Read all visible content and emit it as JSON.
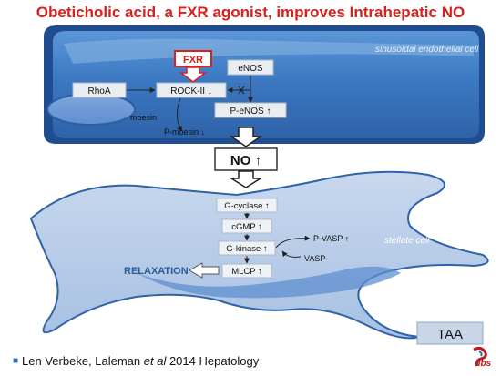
{
  "title_part1": "Obeticholic acid, a FXR agonist, improves Intrahepatic NO",
  "endothelial": {
    "cell_label": "sinusoidal endothelial cell",
    "fxr": "FXR",
    "rhoa": "RhoA",
    "rock": "ROCK-II ↓",
    "enos": "eNOS",
    "penos": "P-eNOS ↑",
    "moesin": "moesin",
    "pmoesin": "P-moesin ↓"
  },
  "no_box": "NO ↑",
  "stellate": {
    "cell_label": "stellate cell",
    "gcyclase": "G-cyclase ↑",
    "cgmp": "cGMP ↑",
    "gkinase": "G-kinase ↑",
    "mlcp": "MLCP ↑",
    "pvasp": "P-VASP ↑",
    "vasp": "VASP",
    "relaxation": "RELAXATION"
  },
  "taa": "TAA",
  "citation": {
    "authors": "Len Verbeke, Laleman ",
    "etal": "et al",
    "rest": " 2014 Hepatology"
  },
  "logo_text": "ilbs",
  "colors": {
    "title_red": "#d8201c",
    "cell_blue": "#3b78c2",
    "stellate_blue": "#9cb8dc",
    "fxr_red": "#d8201c"
  }
}
